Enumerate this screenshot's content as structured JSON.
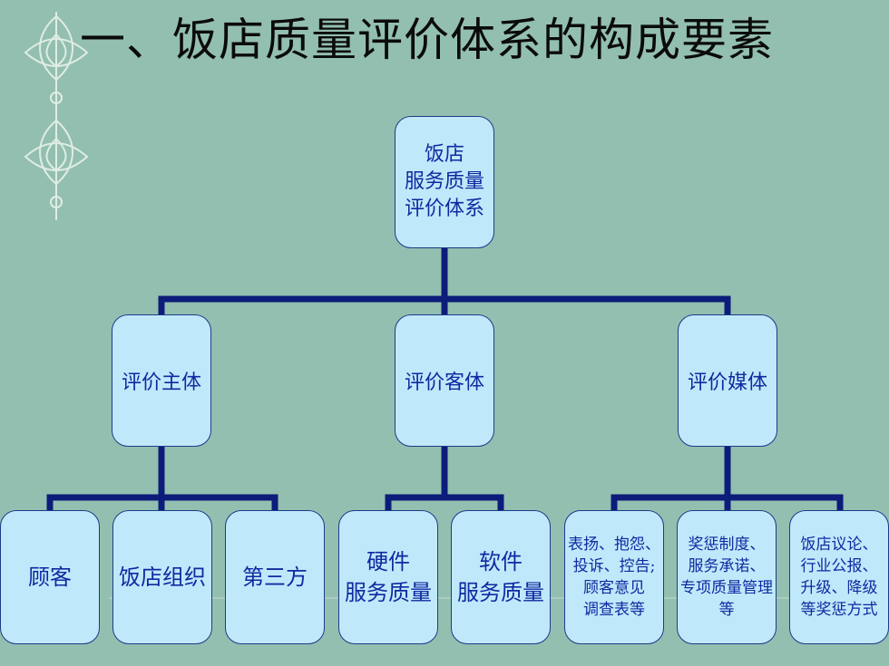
{
  "title": "一、饭店质量评价体系的构成要素",
  "root": "饭店\n服务质量\n评价体系",
  "level1": [
    "评价主体",
    "评价客体",
    "评价媒体"
  ],
  "level2": {
    "subject": [
      "顾客",
      "饭店组织",
      "第三方"
    ],
    "object": [
      "硬件\n服务质量",
      "软件\n服务质量"
    ],
    "media": [
      "表扬、抱怨、\n投诉、控告;\n顾客意见\n调查表等",
      "奖惩制度、\n服务承诺、\n专项质量管理\n等",
      "饭店议论、\n行业公报、\n升级、降级\n等奖惩方式"
    ]
  },
  "colors": {
    "background": "#93bfb0",
    "node_fill": "#bfe9fb",
    "node_text": "#0f2aa0",
    "connector": "#0c1c7a"
  }
}
